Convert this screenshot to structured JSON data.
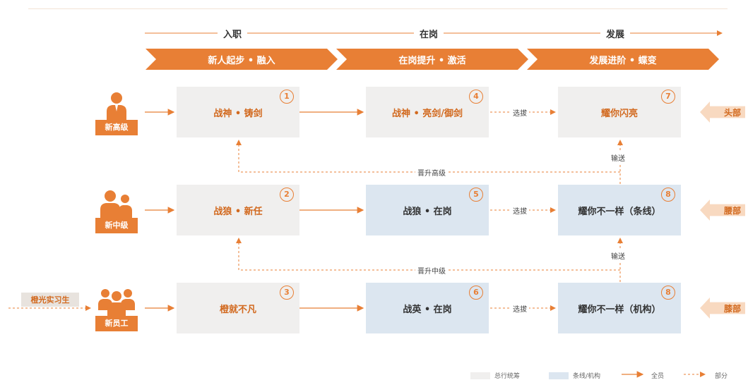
{
  "stages": {
    "onboard": "入职",
    "onjob": "在岗",
    "develop": "发展"
  },
  "chevrons": [
    "新人起步 • 融入",
    "在岗提升 • 激活",
    "发展进阶 • 蝶变"
  ],
  "roles": {
    "senior": "新高级",
    "middle": "新中级",
    "staff": "新员工"
  },
  "intern": "橙光实习生",
  "boxes": {
    "b1": {
      "text": "战神 • 铸剑",
      "num": "1"
    },
    "b4": {
      "text": "战神 • 亮剑/御剑",
      "num": "4"
    },
    "b7": {
      "text": "耀你闪亮",
      "num": "7"
    },
    "b2": {
      "text": "战狼 • 新任",
      "num": "2"
    },
    "b5": {
      "text": "战狼 • 在岗",
      "num": "5"
    },
    "b8a": {
      "text": "耀你不一样（条线）",
      "num": "8"
    },
    "b3": {
      "text": "橙就不凡",
      "num": "3"
    },
    "b6": {
      "text": "战英 • 在岗",
      "num": "6"
    },
    "b8b": {
      "text": "耀你不一样（机构）",
      "num": "8"
    }
  },
  "labels": {
    "select": "选拔",
    "transfer": "输送",
    "promote_senior": "晋升高级",
    "promote_middle": "晋升中级"
  },
  "departments": {
    "head": "头部",
    "waist": "腰部",
    "knee": "膝部"
  },
  "legend": {
    "general": "总行统筹",
    "branch": "条线/机构",
    "all": "全员",
    "part": "部分"
  },
  "colors": {
    "accent": "#e87f35",
    "gray_box": "#f0efee",
    "blue_box": "#dce6f0",
    "side_arrow": "#f8d9c0"
  }
}
